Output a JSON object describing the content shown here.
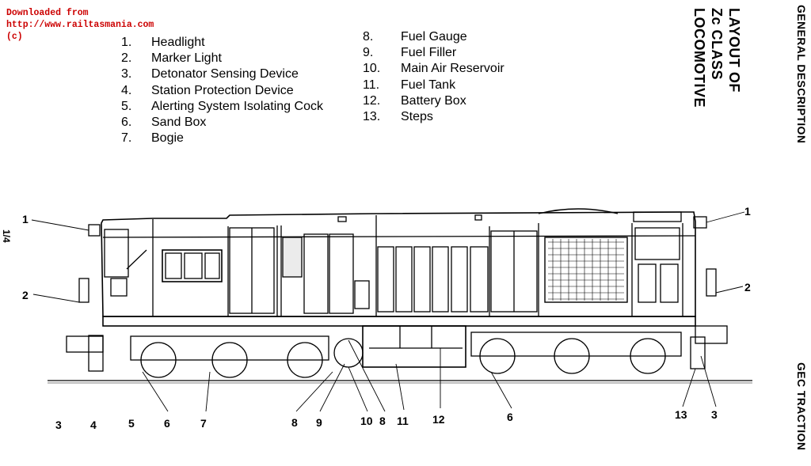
{
  "watermark": [
    "Downloaded from",
    "http://www.railtasmania.com",
    "(c)"
  ],
  "title": [
    "LAYOUT OF",
    "Zc CLASS",
    "LOCOMOTIVE"
  ],
  "side_top": "GENERAL DESCRIPTION",
  "side_bottom": "GEC TRACTION",
  "page_number": "1/4",
  "legend": [
    {
      "num": "1.",
      "label": "Headlight"
    },
    {
      "num": "2.",
      "label": "Marker Light"
    },
    {
      "num": "3.",
      "label": "Detonator Sensing Device"
    },
    {
      "num": "4.",
      "label": "Station Protection Device"
    },
    {
      "num": "5.",
      "label": "Alerting System Isolating Cock"
    },
    {
      "num": "6.",
      "label": "Sand Box"
    },
    {
      "num": "7.",
      "label": "Bogie"
    },
    {
      "num": "8.",
      "label": "Fuel Gauge"
    },
    {
      "num": "9.",
      "label": "Fuel Filler"
    },
    {
      "num": "10.",
      "label": "Main Air Reservoir"
    },
    {
      "num": "11.",
      "label": "Fuel Tank"
    },
    {
      "num": "12.",
      "label": "Battery Box"
    },
    {
      "num": "13.",
      "label": "Steps"
    }
  ],
  "callouts": [
    "1",
    "2",
    "3",
    "4",
    "5",
    "6",
    "7",
    "8",
    "9",
    "10",
    "8",
    "11",
    "12",
    "6",
    "13",
    "3",
    "1",
    "2"
  ]
}
